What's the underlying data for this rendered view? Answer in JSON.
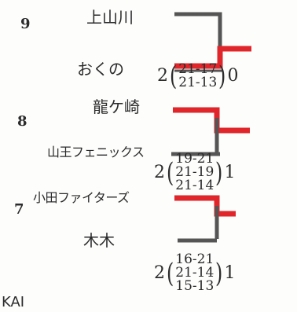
{
  "colors": {
    "ink": "#2b2b2b",
    "bracket_gray": "#555555",
    "winner_red": "#e0262a"
  },
  "top_cut_text": "",
  "matches": [
    {
      "seed": "9",
      "team_a": "上山川",
      "team_b": "おくの",
      "score": {
        "a_wins": "2",
        "sets": [
          "21-17",
          "21-13"
        ],
        "b_wins": "0"
      }
    },
    {
      "seed_a": "8",
      "seed_b": "7",
      "team_a": "龍ケ崎",
      "team_b": "山王フェニックス",
      "score": {
        "a_wins": "2",
        "sets": [
          "19-21",
          "21-19",
          "21-14"
        ],
        "b_wins": "1"
      }
    },
    {
      "team_a": "小田ファイターズ",
      "team_b": "木木",
      "score": {
        "a_wins": "2",
        "sets": [
          "16-21",
          "21-14",
          "15-13"
        ],
        "b_wins": "1"
      }
    }
  ],
  "footer_text": "KAI"
}
